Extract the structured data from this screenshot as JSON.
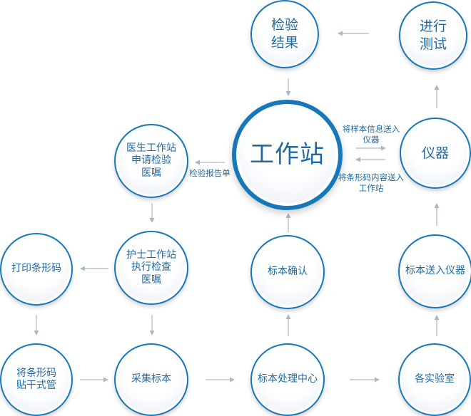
{
  "hub": {
    "label": "工作站"
  },
  "nodes": {
    "result": "检验\n结果",
    "test": "进行\n测试",
    "instrument": "仪器",
    "doctor": "医生工作站\n申请检验\n医嘱",
    "nurse": "护士工作站\n执行检查\n医嘱",
    "print": "打印条形码",
    "confirm": "标本确认",
    "send_instrument": "标本送入仪器",
    "stick": "将条形码\n贴干式管",
    "collect": "采集标本",
    "center": "标本处理中心",
    "lab": "各实验室"
  },
  "edge_labels": {
    "to_instrument": "将样本信息送入\n仪器",
    "to_workstation": "将条形码内容送入\n工作站",
    "report": "检验报告单"
  },
  "colors": {
    "accent": "#1677b9",
    "text": "#1f6aa5",
    "arrow": "#aab7c4"
  }
}
